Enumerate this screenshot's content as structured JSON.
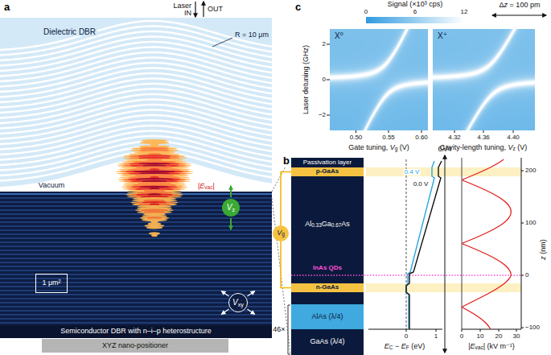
{
  "diagram": {
    "nodes": [
      {
        "text": [
          "Dielectric DBR"
        ]
      },
      {
        "text": [
          "Semiconductor DBR with n–i–p heterostructure"
        ]
      },
      {
        "text": [
          "Vz"
        ]
      },
      {
        "text": [
          "1 μm²"
        ],
        "in": 1
      },
      {
        "text": [
          "Vxy"
        ],
        "in": 1
      },
      {
        "text": [
          "XYZ nano-positioner"
        ]
      },
      {
        "text": [
          "Passivation layer"
        ]
      },
      {
        "text": [
          "p-GaAs"
        ]
      },
      {
        "text": [
          "Al0.33Ga0.67As"
        ]
      },
      {
        "text": [
          "n-GaAs"
        ]
      },
      {
        "text": [
          "Vg"
        ]
      },
      {
        "text": [
          "AlAs (λ/4)"
        ]
      },
      {
        "text": [
          "GaAs (λ/4)"
        ]
      },
      {
        "text": [
          "X⁰"
        ]
      },
      {
        "text": [
          "X⁺"
        ]
      }
    ],
    "edges": [
      {
        "from": 10,
        "to": 7,
        "arrow": "none"
      },
      {
        "from": 10,
        "to": 9,
        "arrow": "none"
      }
    ],
    "labels": [
      "a",
      "Laser IN",
      "OUT",
      "R = 10 μm",
      "Vacuum",
      "|Evac|",
      "b",
      "InAs QDs",
      "0.4 V",
      "0.0 V",
      "6λ/4",
      "EC − EF (eV)",
      "0",
      "1",
      "|Evac| (kV m⁻¹)",
      "0",
      "10",
      "20",
      "30",
      "200",
      "100",
      "0",
      "−100",
      "z (nm)",
      "46×",
      "c",
      "Signal (×10³ cps)",
      "0",
      "6",
      "12",
      "Δz = 100 pm",
      "Laser detuning (GHz)",
      "2",
      "0",
      "−2",
      "0.50",
      "0.55",
      "0.60",
      "Gate tuning, Vg (V)",
      "4.32",
      "4.36",
      "4.40",
      "Cavity-length tuning, Vz (V)"
    ]
  }
}
